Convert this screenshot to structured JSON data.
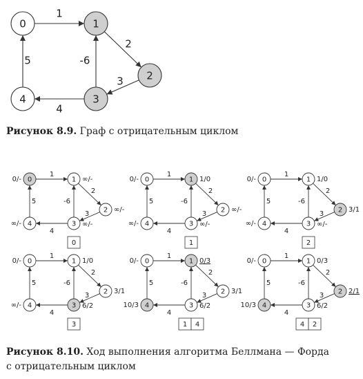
{
  "figure9": {
    "caption_bold": "Рисунок 8.9.",
    "caption_text": " Граф с отрицательным циклом",
    "nodes": [
      {
        "id": "0",
        "label": "0",
        "shaded": false
      },
      {
        "id": "1",
        "label": "1",
        "shaded": true
      },
      {
        "id": "2",
        "label": "2",
        "shaded": true
      },
      {
        "id": "3",
        "label": "3",
        "shaded": true
      },
      {
        "id": "4",
        "label": "4",
        "shaded": false
      }
    ],
    "edges": [
      {
        "from": "0",
        "to": "1",
        "weight": "1"
      },
      {
        "from": "1",
        "to": "2",
        "weight": "2"
      },
      {
        "from": "2",
        "to": "3",
        "weight": "3"
      },
      {
        "from": "3",
        "to": "1",
        "weight": "-6"
      },
      {
        "from": "3",
        "to": "4",
        "weight": "4"
      },
      {
        "from": "4",
        "to": "0",
        "weight": "5"
      }
    ]
  },
  "figure10": {
    "caption_bold": "Рисунок 8.10.",
    "caption_line1": " Ход выполнения алгоритма Беллмана — Форда",
    "caption_line2": "с отрицательным циклом",
    "panels": [
      {
        "shaded": [
          "0"
        ],
        "distances": {
          "0": "0/-",
          "1": "∞/-",
          "2": "∞/-",
          "3": "∞/-",
          "4": "∞/-"
        },
        "underlined": [],
        "steps": [
          "0"
        ]
      },
      {
        "shaded": [
          "1"
        ],
        "distances": {
          "0": "0/-",
          "1": "1/0",
          "2": "∞/-",
          "3": "∞/-",
          "4": "∞/-"
        },
        "underlined": [],
        "steps": [
          "1"
        ]
      },
      {
        "shaded": [
          "2"
        ],
        "distances": {
          "0": "0/-",
          "1": "1/0",
          "2": "3/1",
          "3": "∞/-",
          "4": "∞/-"
        },
        "underlined": [],
        "steps": [
          "2"
        ]
      },
      {
        "shaded": [
          "3"
        ],
        "distances": {
          "0": "0/-",
          "1": "1/0",
          "2": "3/1",
          "3": "6/2",
          "4": "∞/-"
        },
        "underlined": [],
        "steps": [
          "3"
        ]
      },
      {
        "shaded": [
          "1",
          "4"
        ],
        "distances": {
          "0": "0/-",
          "1": "0/3",
          "2": "3/1",
          "3": "6/2",
          "4": "10/3"
        },
        "underlined": [
          "1"
        ],
        "steps": [
          "1",
          "4"
        ]
      },
      {
        "shaded": [
          "2",
          "4"
        ],
        "distances": {
          "0": "0/-",
          "1": "0/3",
          "2": "2/1",
          "3": "6/2",
          "4": "10/3"
        },
        "underlined": [
          "2"
        ],
        "steps": [
          "4",
          "2"
        ]
      }
    ]
  },
  "colors": {
    "node_fill": "#ffffff",
    "node_shaded": "#cfcfcf",
    "stroke": "#333333",
    "text": "#222222"
  }
}
